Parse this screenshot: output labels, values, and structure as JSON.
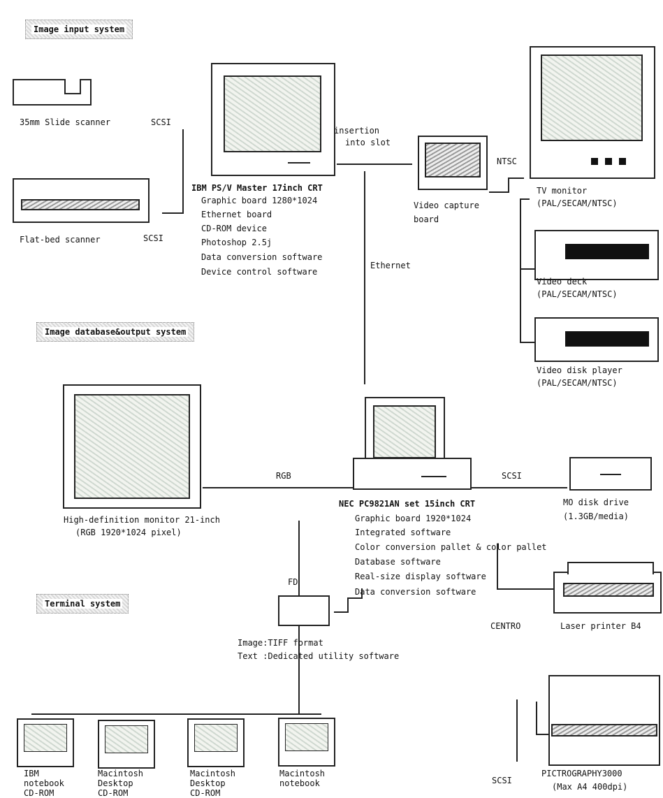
{
  "sections": {
    "input": "Image input system",
    "database": "Image database&output system",
    "terminal": "Terminal system"
  },
  "devices": {
    "slide_scanner": "35mm Slide scanner",
    "flatbed_scanner": "Flat-bed scanner",
    "ibm_pc": {
      "title": "IBM PS/V Master 17inch CRT",
      "lines": [
        "Graphic board 1280*1024",
        "Ethernet board",
        "CD-ROM device",
        "Photoshop 2.5j",
        "Data conversion software",
        "Device control software"
      ]
    },
    "video_capture": [
      "Video capture",
      "board"
    ],
    "tv_monitor": [
      "TV monitor",
      "(PAL/SECAM/NTSC)"
    ],
    "video_deck": [
      "Video deck",
      "(PAL/SECAM/NTSC)"
    ],
    "video_disk": [
      "Video disk player",
      "(PAL/SECAM/NTSC)"
    ],
    "hd_monitor": [
      "High-definition monitor 21-inch",
      "(RGB 1920*1024 pixel)"
    ],
    "nec_pc": {
      "title": "NEC PC9821AN set 15inch CRT",
      "lines": [
        "Graphic board 1920*1024",
        "Integrated software",
        "Color conversion pallet & color pallet",
        "Database software",
        "Real-size display software",
        "Data conversion software"
      ]
    },
    "mo_drive": [
      "MO disk drive",
      "(1.3GB/media)"
    ],
    "laser_printer": "Laser printer B4",
    "pictrography": [
      "PICTROGRAPHY3000",
      "(Max A4 400dpi)"
    ],
    "fd": "FD",
    "formats": [
      "Image:TIFF format",
      "Text :Dedicated utility software"
    ],
    "terminals": [
      [
        "IBM",
        "notebook",
        "CD-ROM"
      ],
      [
        "Macintosh",
        "Desktop",
        "CD-ROM"
      ],
      [
        "Macintosh",
        "Desktop",
        "CD-ROM"
      ],
      [
        "Macintosh",
        "notebook"
      ]
    ]
  },
  "connections": {
    "scsi_slide": "SCSI",
    "scsi_flatbed": "SCSI",
    "insertion": [
      "insertion",
      "into slot"
    ],
    "ntsc": "NTSC",
    "ethernet": "Ethernet",
    "rgb": "RGB",
    "scsi_mo": "SCSI",
    "centro": "CENTRO",
    "scsi_pictro": "SCSI"
  }
}
